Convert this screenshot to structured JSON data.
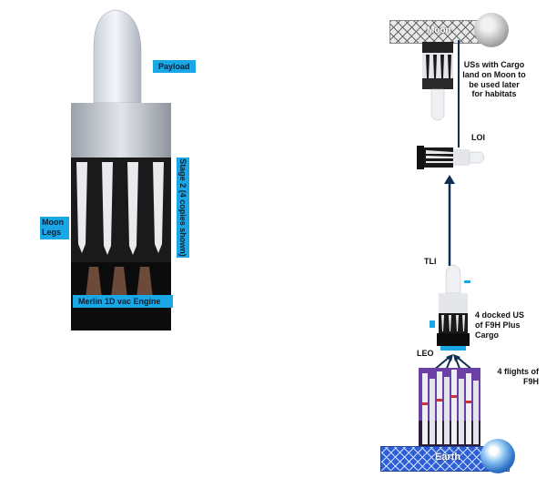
{
  "left": {
    "payload_label": "Payload",
    "stage2_label": "Stage 2 (4 copies shown)",
    "moon_legs_label": "Moon\nLegs",
    "engine_label": "Merlin 1D vac Engine"
  },
  "right": {
    "moon_label": "Moon",
    "uss_note": "USs with Cargo land on Moon to be used later for habitats",
    "loi_label": "LOI",
    "tli_label": "TLI",
    "docked_note": "4 docked US of F9H Plus Cargo",
    "leo_label": "LEO",
    "flights_note": "4 flights of F9H",
    "earth_label": "Earth"
  },
  "colors": {
    "label_blue": "#1aa7e6",
    "arrow_navy": "#0f2d4f",
    "earth_blue": "#2f5fd6",
    "moon_gray": "#e9e9e9"
  }
}
